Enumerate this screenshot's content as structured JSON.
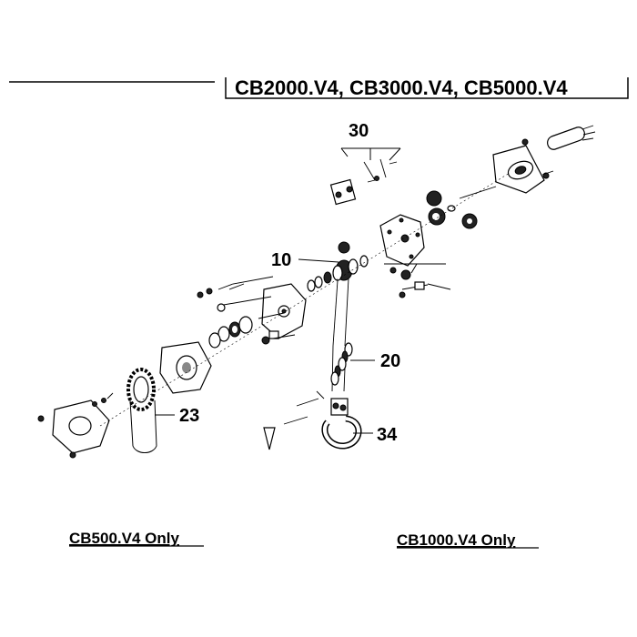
{
  "header": {
    "models": "CB2000.V4, CB3000.V4, CB5000.V4"
  },
  "callouts": {
    "c30": "30",
    "c10": "10",
    "c20": "20",
    "c23": "23",
    "c34": "34"
  },
  "notes": {
    "left": "CB500.V4 Only",
    "right": "CB1000.V4 Only"
  }
}
